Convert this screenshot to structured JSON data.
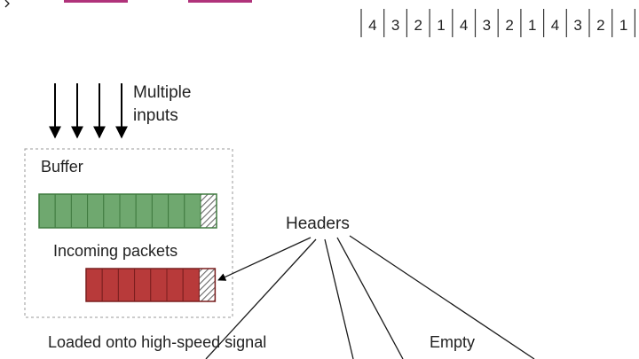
{
  "labels": {
    "multiple_inputs_line1": "Multiple",
    "multiple_inputs_line2": "inputs",
    "buffer": "Buffer",
    "incoming_packets": "Incoming packets",
    "headers": "Headers",
    "loaded": "Loaded onto high-speed signal",
    "empty": "Empty"
  },
  "tdm_sequence": [
    "4",
    "3",
    "2",
    "1",
    "4",
    "3",
    "2",
    "1",
    "4",
    "3",
    "2",
    "1"
  ],
  "input_arrow_count": 4,
  "buffers": {
    "green": {
      "cells": 10,
      "fill": "#6fa86f",
      "header": "hatched"
    },
    "red": {
      "cells": 7,
      "fill": "#b83a3a",
      "header": "hatched"
    }
  },
  "colors": {
    "green_cell": "#6fa86f",
    "green_border": "#3f7a3f",
    "red_cell": "#b83a3a",
    "red_border": "#7a1f1f",
    "magenta_bar": "#b0327a",
    "dashed_box": "#9a9a9a"
  }
}
